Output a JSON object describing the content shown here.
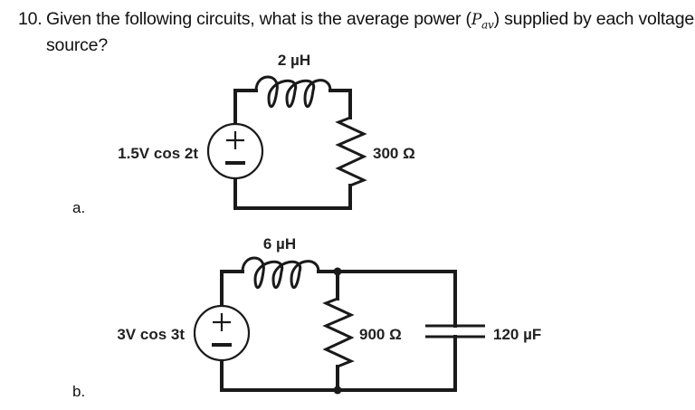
{
  "question": {
    "number": "10.",
    "text_before": "Given the following circuits, what is the average power (",
    "symbol": "P",
    "symbol_sub": "av",
    "text_after": ") supplied by each voltage source?"
  },
  "circuit_a": {
    "part_label": "a.",
    "source_label": "1.5V cos 2t",
    "inductor_label": "2 µH",
    "resistor_label": "300 Ω"
  },
  "circuit_b": {
    "part_label": "b.",
    "source_label": "3V cos 3t",
    "inductor_label": "6 µH",
    "resistor_label": "900 Ω",
    "capacitor_label": "120 µF"
  }
}
